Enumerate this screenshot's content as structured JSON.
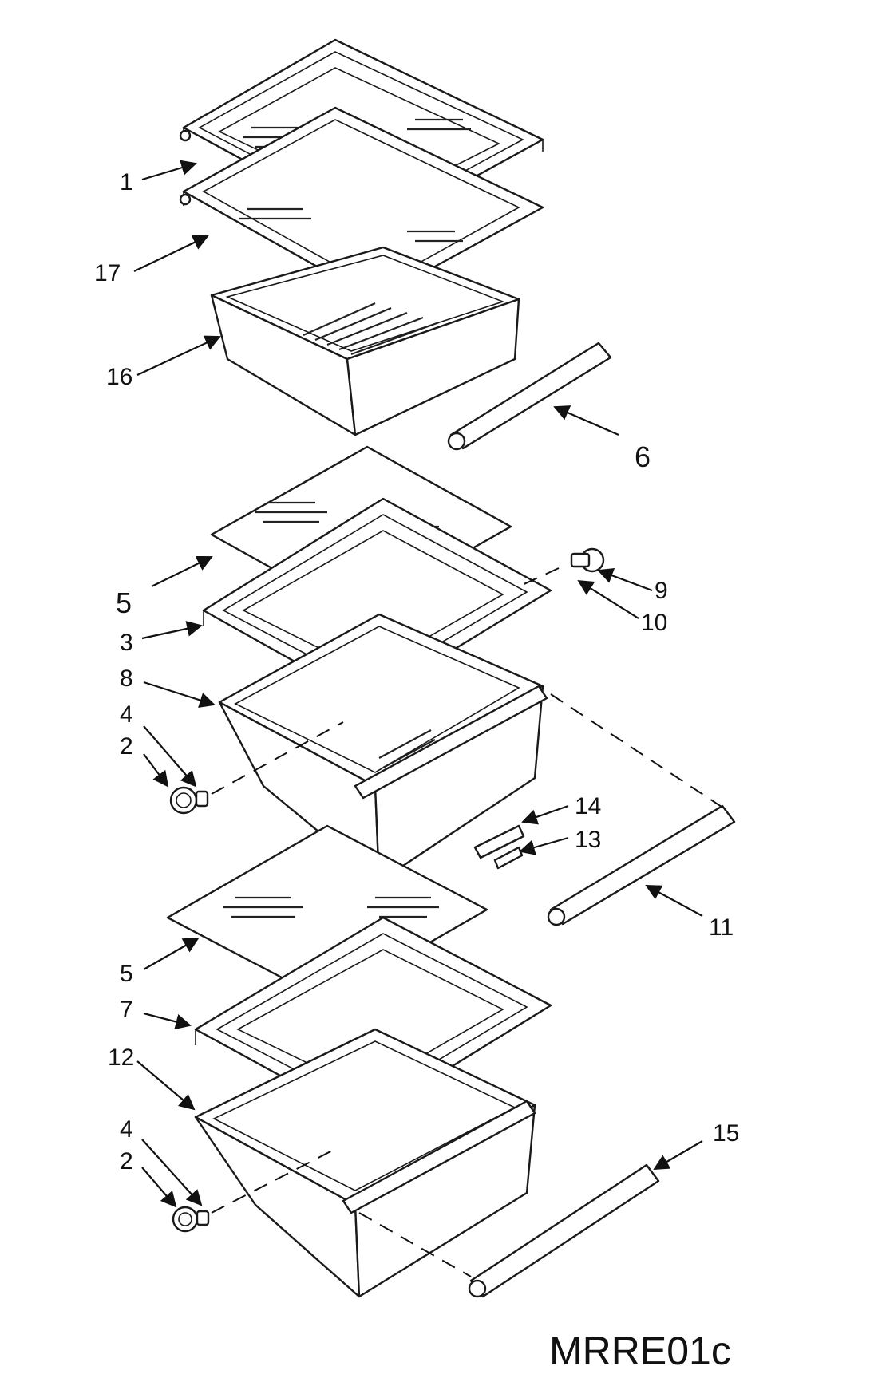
{
  "diagram_code": "MRRE01c",
  "callouts": {
    "c1": "1",
    "c17": "17",
    "c16": "16",
    "c6": "6",
    "c5a": "5",
    "c9": "9",
    "c10": "10",
    "c3": "3",
    "c8": "8",
    "c4a": "4",
    "c2a": "2",
    "c14": "14",
    "c13": "13",
    "c11": "11",
    "c5b": "5",
    "c7": "7",
    "c12": "12",
    "c4b": "4",
    "c2b": "2",
    "c15": "15"
  }
}
